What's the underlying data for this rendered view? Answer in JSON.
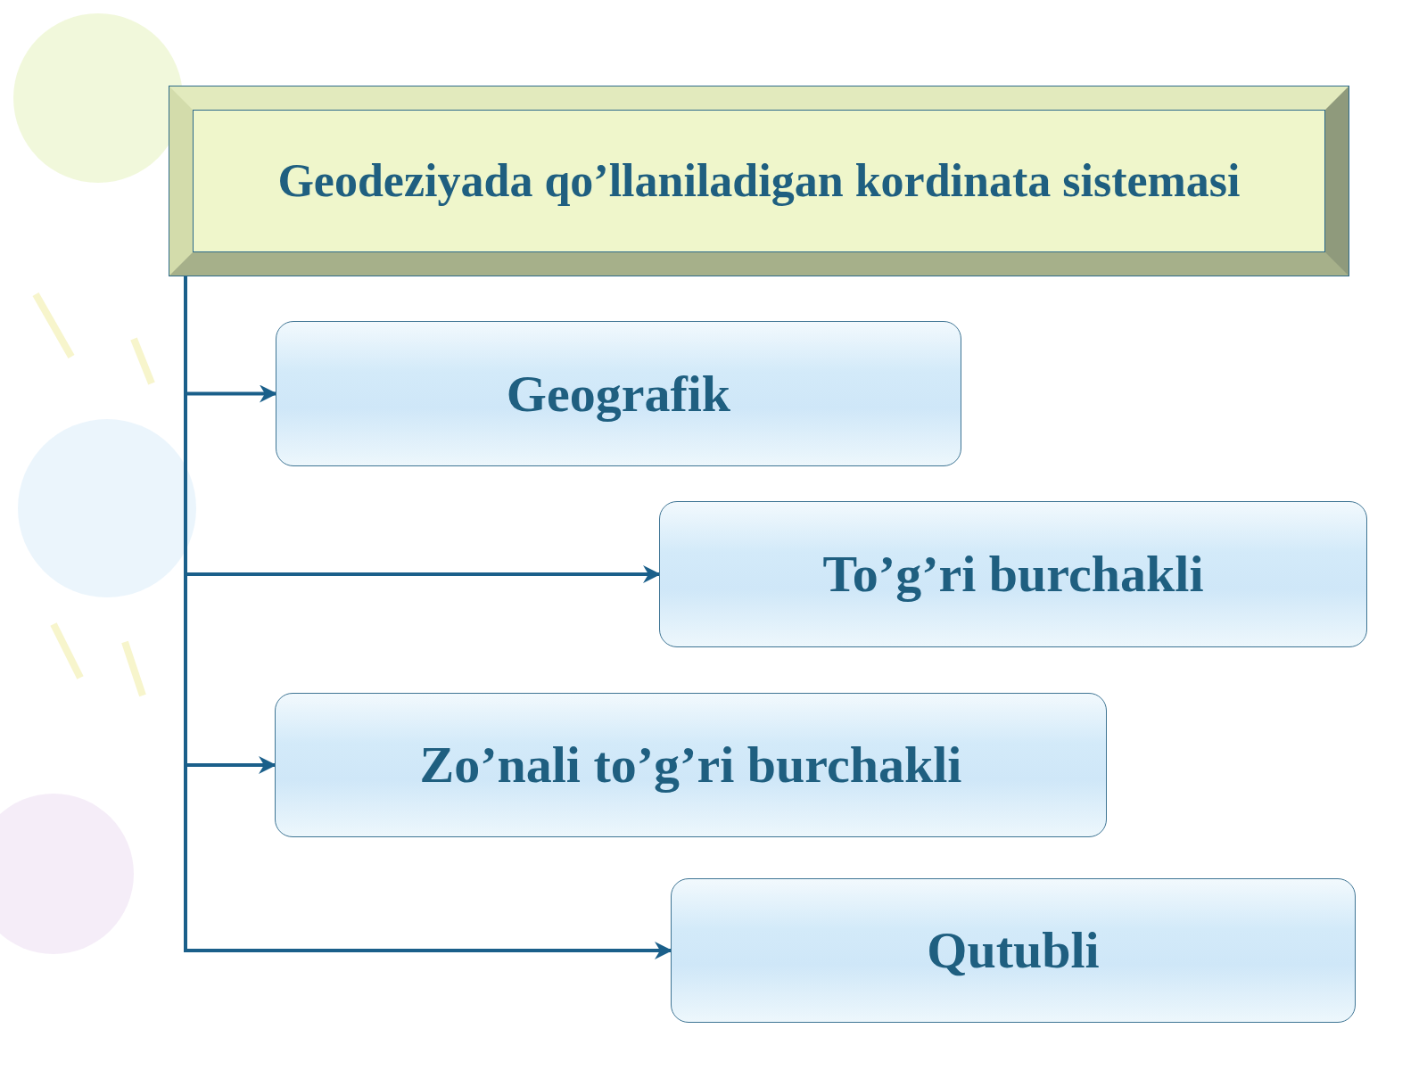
{
  "diagram": {
    "nodes": [
      {
        "text": [
          "Geodeziyada qo’llaniladigan kordinata sistemasi"
        ]
      },
      {
        "text": [
          "Geografik"
        ]
      },
      {
        "text": [
          "To’g’ri burchakli"
        ]
      },
      {
        "text": [
          "Zo’nali to’g’ri burchakli"
        ]
      },
      {
        "text": [
          "Qutubli"
        ]
      }
    ],
    "edges": [
      {
        "from": 0,
        "to": 1,
        "arrow": "to"
      },
      {
        "from": 0,
        "to": 2,
        "arrow": "to"
      },
      {
        "from": 0,
        "to": 3,
        "arrow": "to"
      },
      {
        "from": 0,
        "to": 4,
        "arrow": "to"
      }
    ]
  }
}
